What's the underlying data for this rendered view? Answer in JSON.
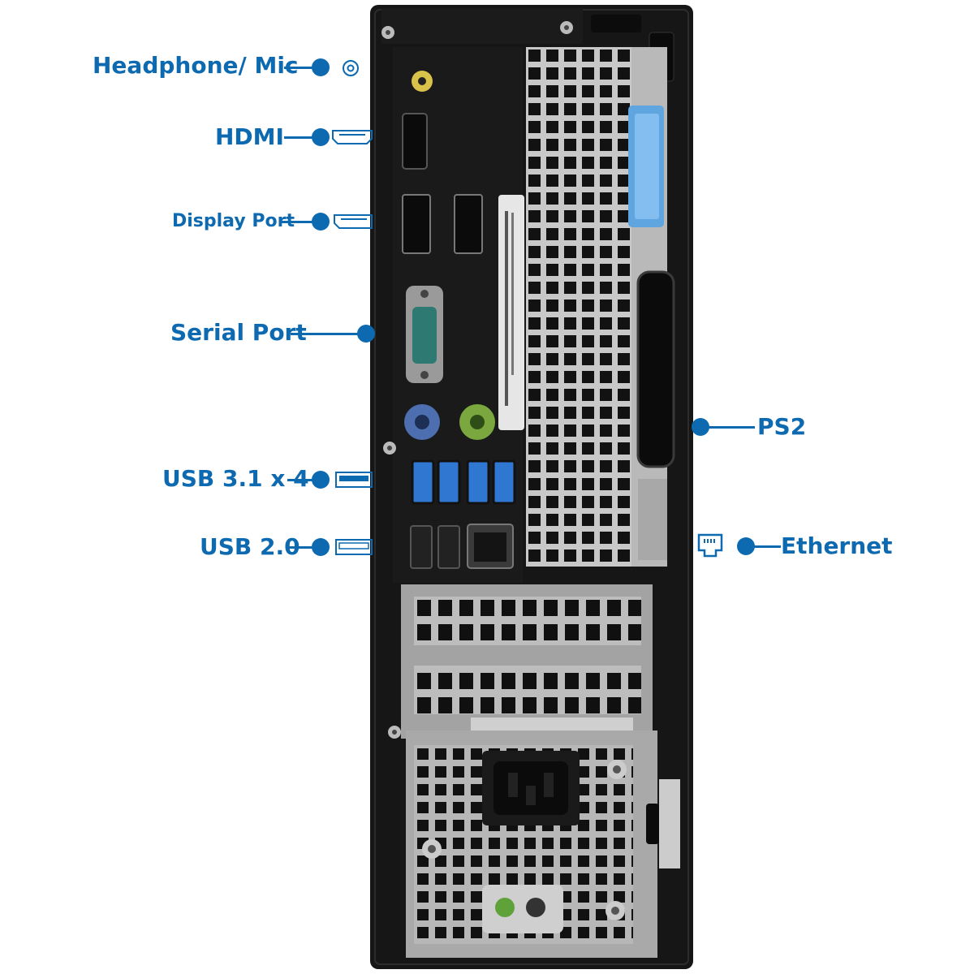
{
  "labels": {
    "headphone_mic": "Headphone/ Mic",
    "hdmi": "HDMI",
    "display_port": "Display Port",
    "serial_port": "Serial Port",
    "usb31": "USB 3.1 x 4",
    "usb20": "USB 2.0",
    "ps2": "PS2",
    "ethernet": "Ethernet"
  },
  "colors": {
    "accent": "#0d6ab0",
    "chassis": "#161616",
    "usb3_blue": "#2f77d0",
    "ps2_mouse": "#7aa83f",
    "ps2_keyboard": "#4d6fb0",
    "tab_blue": "#5fa6e0"
  },
  "icons": [
    "headphone-jack-icon",
    "hdmi-port-icon",
    "displayport-icon",
    "usb3-port-icon",
    "usb2-port-icon",
    "ethernet-port-icon"
  ]
}
